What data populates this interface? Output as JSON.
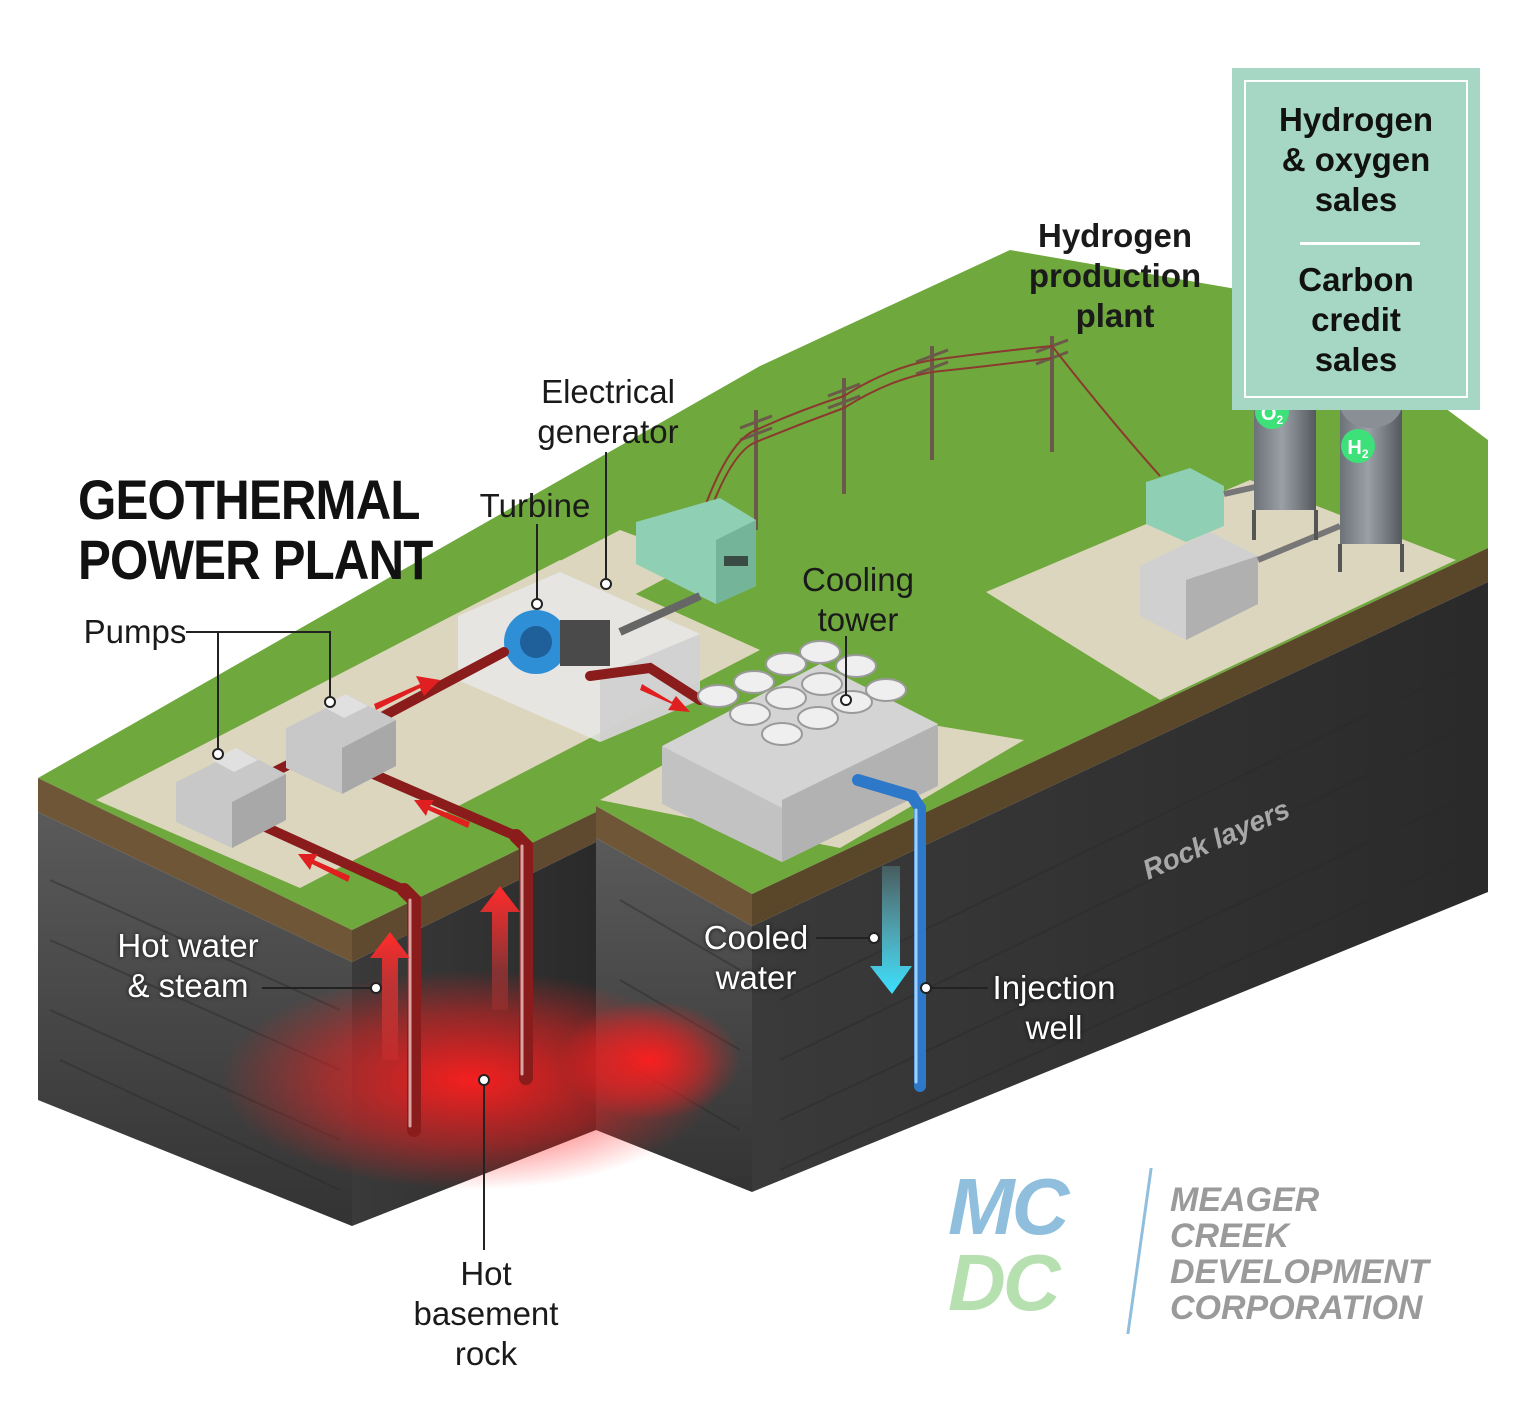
{
  "title": {
    "line1": "GEOTHERMAL",
    "line2": "POWER PLANT"
  },
  "labels": {
    "electrical_generator": [
      "Electrical",
      "generator"
    ],
    "turbine": "Turbine",
    "pumps": "Pumps",
    "cooling_tower": [
      "Cooling",
      "tower"
    ],
    "hydrogen_plant": [
      "Hydrogen",
      "production",
      "plant"
    ],
    "hot_water": [
      "Hot water",
      "& steam"
    ],
    "cooled_water": [
      "Cooled",
      "water"
    ],
    "injection_well": [
      "Injection",
      "well"
    ],
    "rock_layers": "Rock layers",
    "hot_rock": [
      "Hot",
      "basement",
      "rock"
    ]
  },
  "sales": {
    "top": [
      "Hydrogen",
      "& oxygen",
      "sales"
    ],
    "bottom": [
      "Carbon",
      "credit",
      "sales"
    ]
  },
  "tanks": {
    "o2": "O",
    "o2_sub": "2",
    "h2": "H",
    "h2_sub": "2"
  },
  "logo": {
    "mc": "MC",
    "dc": "DC",
    "name": [
      "MEAGER",
      "CREEK",
      "DEVELOPMENT",
      "CORPORATION"
    ]
  },
  "colors": {
    "grass": "#6fa83c",
    "pad": "#ddd6bf",
    "soil": "#6e5637",
    "rock": "#4a4a4a",
    "hot_pipe": "#8a1c1c",
    "cold_pipe": "#2d78c8",
    "heat_glow": "#ff2020",
    "sales_box": "#a6d7c4",
    "logo_blue": "#8fbfdc",
    "logo_green": "#b7e0b1"
  }
}
